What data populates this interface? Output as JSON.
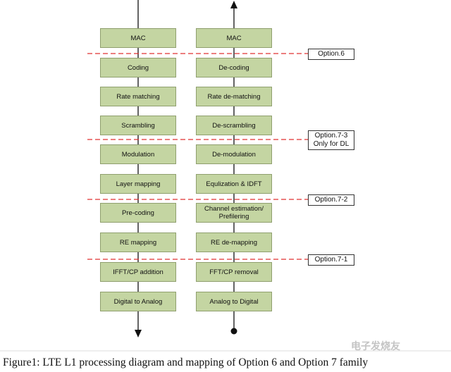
{
  "diagram": {
    "tx_chain": [
      "MAC",
      "Coding",
      "Rate matching",
      "Scrambling",
      "Modulation",
      "Layer mapping",
      "Pre-coding",
      "RE mapping",
      "IFFT/CP addition",
      "Digital to Analog"
    ],
    "rx_chain": [
      "MAC",
      "De-coding",
      "Rate de-matching",
      "De-scrambling",
      "De-modulation",
      "Equlization & IDFT",
      "Channel estimation/ Prefilering",
      "RE de-mapping",
      "FFT/CP removal",
      "Analog to Digital"
    ],
    "split_options": [
      "Option.6",
      "Option.7-3 Only for DL",
      "Option.7-2",
      "Option.7-1"
    ],
    "colors": {
      "box_fill": "#c4d5a2",
      "box_border": "#8f9f6e",
      "split_line": "#e03030",
      "flow_line": "#111111"
    }
  },
  "caption": "Figure1: LTE L1 processing diagram and mapping of Option 6 and Option 7 family",
  "watermark": "电子发烧友"
}
